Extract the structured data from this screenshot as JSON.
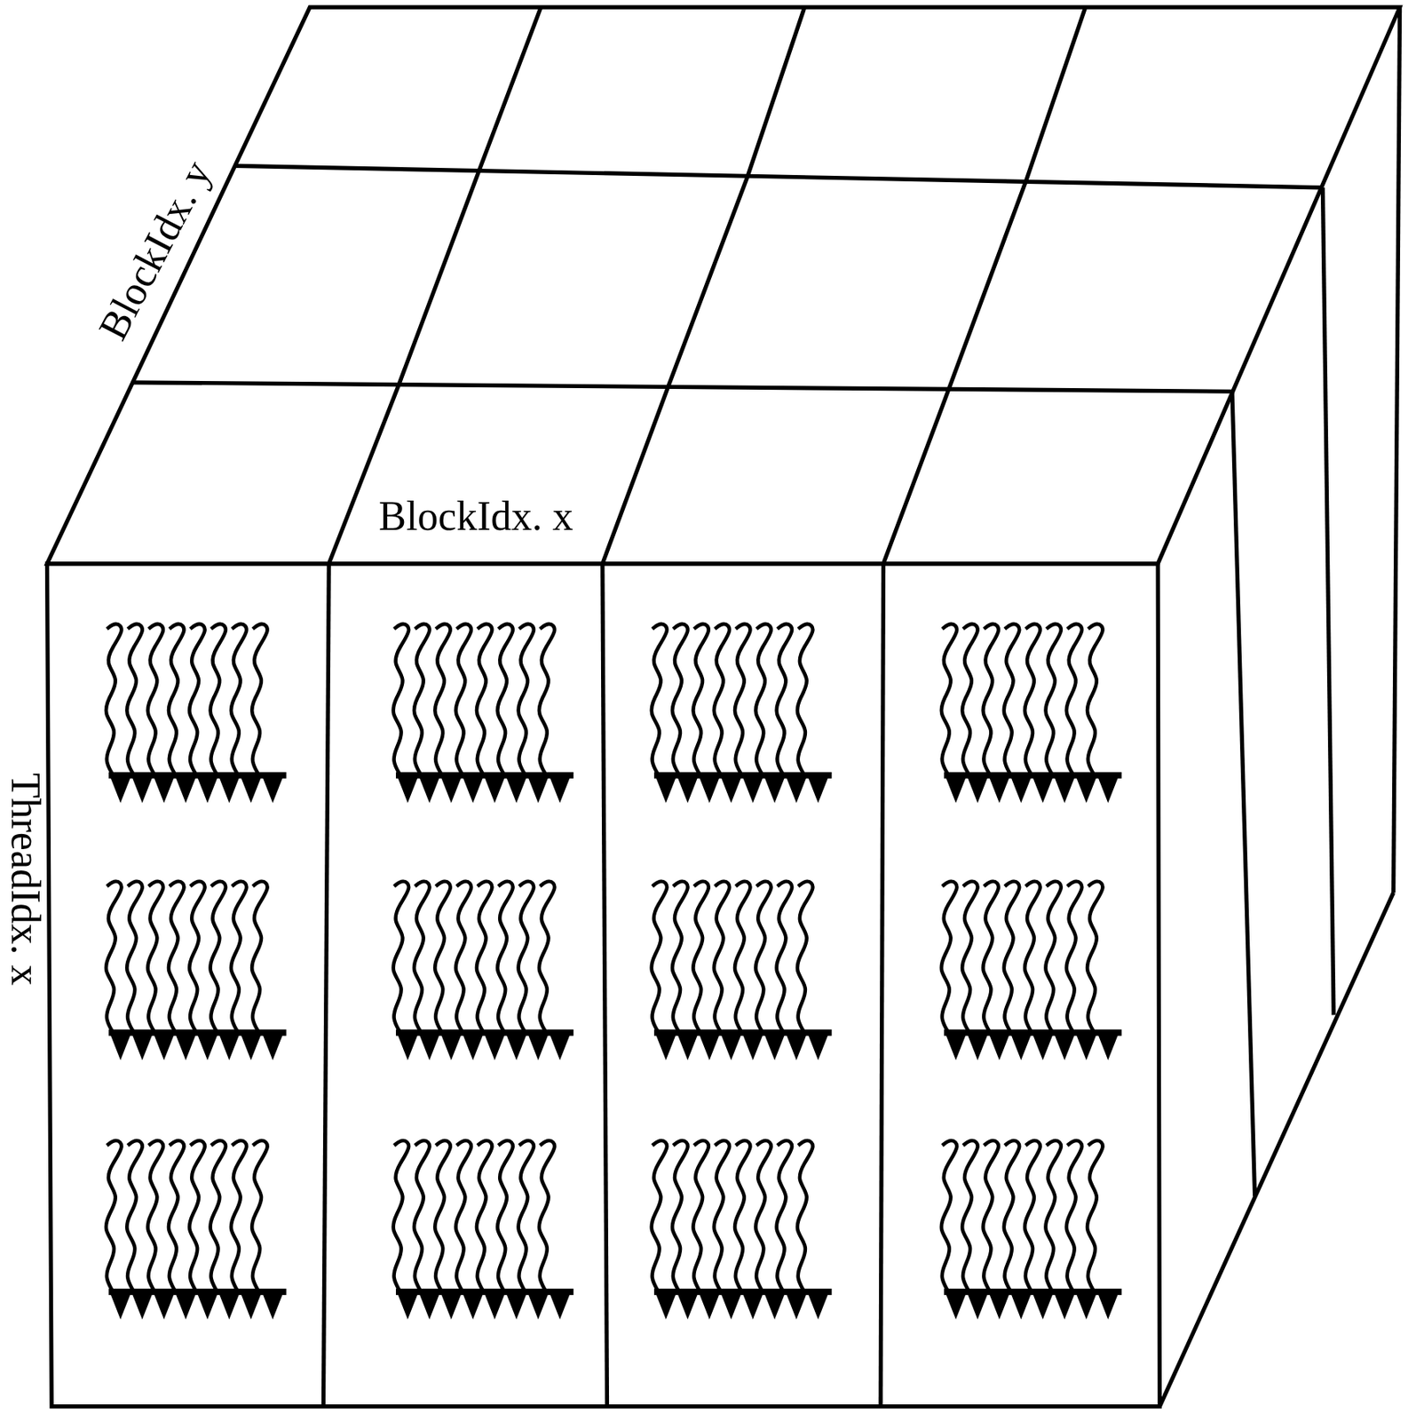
{
  "diagram": {
    "labels": [
      "BlockIdx. y",
      "BlockIdx. x",
      "ThreadIdx. x"
    ]
  }
}
